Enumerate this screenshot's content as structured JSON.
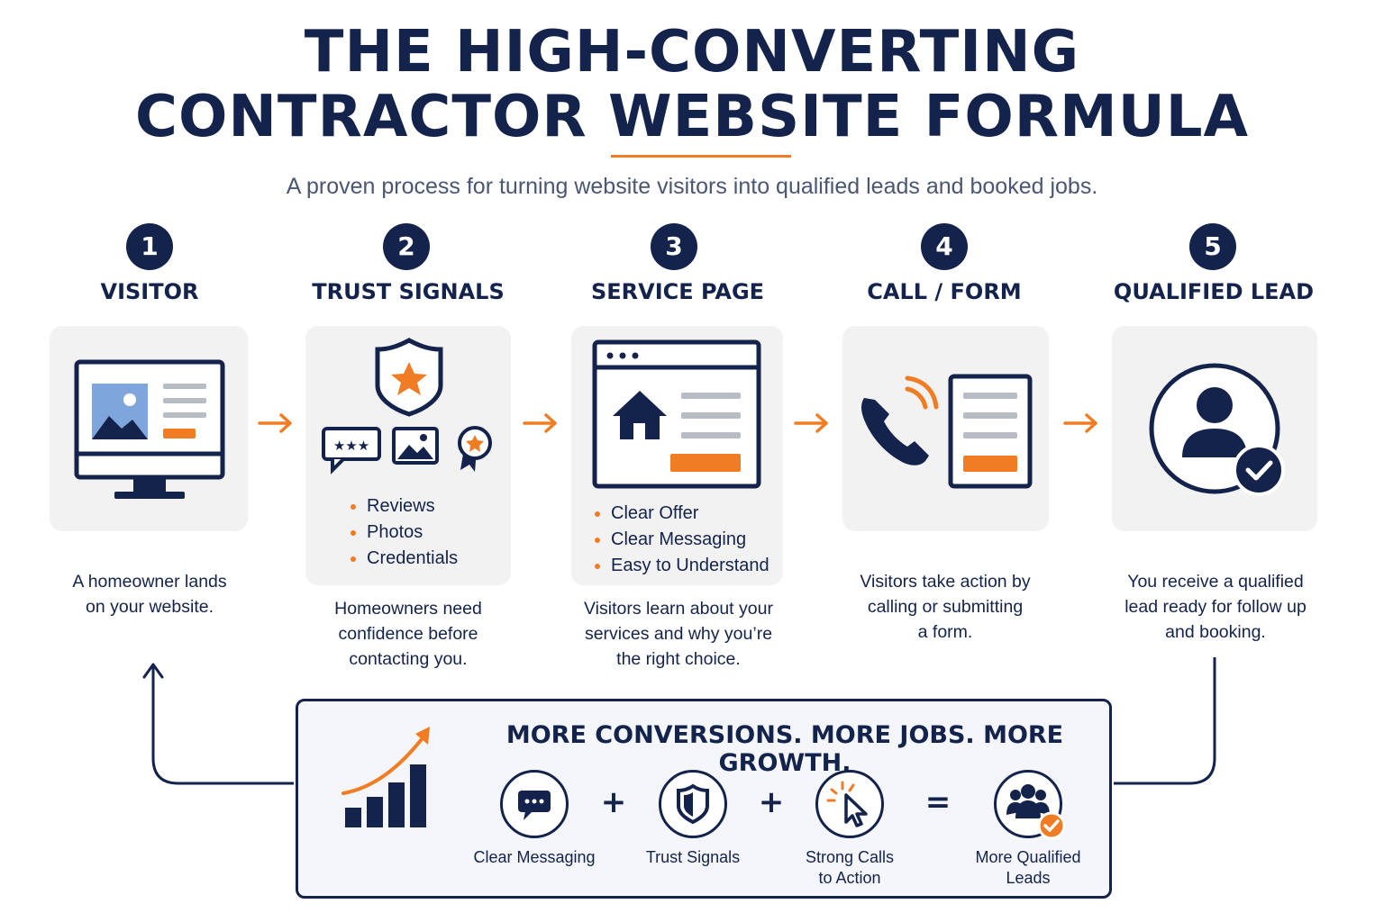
{
  "header": {
    "title_line1": "THE HIGH-CONVERTING",
    "title_line2": "CONTRACTOR WEBSITE FORMULA",
    "subtitle": "A proven process for turning website visitors into qualified leads and booked jobs."
  },
  "steps": [
    {
      "number": "1",
      "title": "VISITOR",
      "icon": "monitor-icon",
      "bullets": [],
      "description": [
        "A homeowner lands",
        "on your website."
      ]
    },
    {
      "number": "2",
      "title": "TRUST SIGNALS",
      "icon": "shield-star-icon",
      "bullets": [
        "Reviews",
        "Photos",
        "Credentials"
      ],
      "description": [
        "Homeowners need",
        "confidence before",
        "contacting you."
      ]
    },
    {
      "number": "3",
      "title": "SERVICE PAGE",
      "icon": "service-page-icon",
      "bullets": [
        "Clear Offer",
        "Clear Messaging",
        "Easy to Understand"
      ],
      "description": [
        "Visitors learn about your",
        "services and why you’re",
        "the right choice."
      ]
    },
    {
      "number": "4",
      "title": "CALL / FORM",
      "icon": "phone-form-icon",
      "bullets": [],
      "description": [
        "Visitors take action by",
        "calling or submitting",
        "a form."
      ]
    },
    {
      "number": "5",
      "title": "QUALIFIED LEAD",
      "icon": "user-check-icon",
      "bullets": [],
      "description": [
        "You receive a qualified",
        "lead ready for follow up",
        "and booking."
      ]
    }
  ],
  "banner": {
    "title": "MORE CONVERSIONS. MORE JOBS. MORE GROWTH.",
    "factors": [
      {
        "label_line1": "Clear Messaging",
        "label_line2": "",
        "icon": "chat-bubble-icon"
      },
      {
        "label_line1": "Trust Signals",
        "label_line2": "",
        "icon": "shield-icon"
      },
      {
        "label_line1": "Strong Calls",
        "label_line2": "to Action",
        "icon": "cursor-click-icon"
      },
      {
        "label_line1": "More Qualified",
        "label_line2": "Leads",
        "icon": "group-check-icon"
      }
    ],
    "operators": [
      "+",
      "+",
      "="
    ]
  },
  "colors": {
    "navy": "#14234b",
    "orange": "#f07c23",
    "card": "#f2f2f2",
    "accent_blue": "#7ea6dc"
  }
}
